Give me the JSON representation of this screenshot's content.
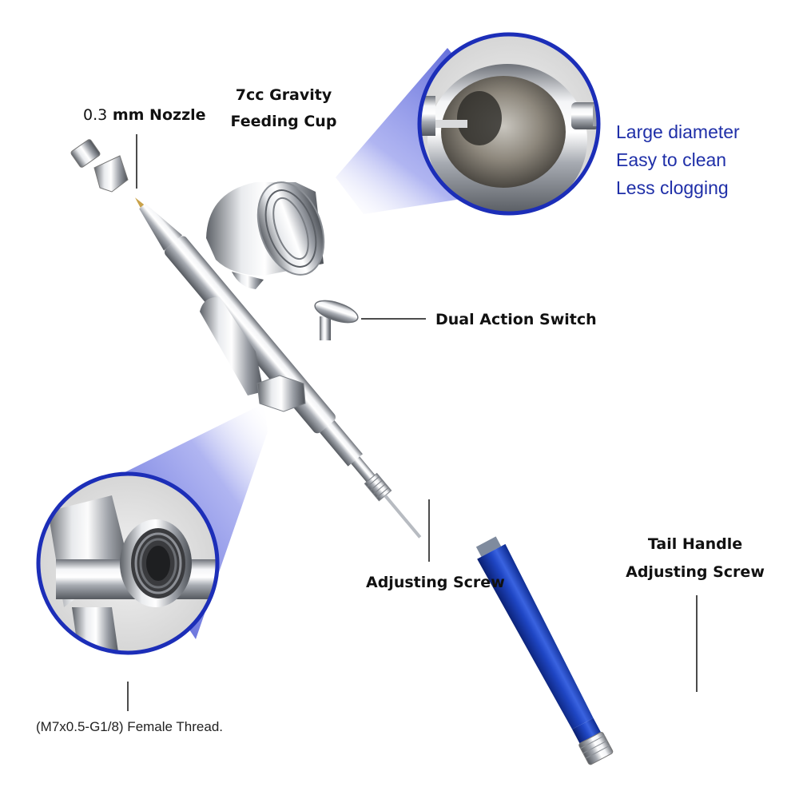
{
  "labels": {
    "nozzle_size": "0.3",
    "nozzle_text": "mm Nozzle",
    "cup_line1": "7cc Gravity",
    "cup_line2": "Feeding Cup",
    "switch": "Dual Action Switch",
    "adjusting_screw": "Adjusting Screw",
    "tail_line1": "Tail Handle",
    "tail_line2": "Adjusting Screw",
    "thread": "(M7x0.5-G1/8) Female Thread."
  },
  "features": [
    "Large diameter",
    "Easy to clean",
    "Less clogging"
  ],
  "colors": {
    "accent_blue": "#1f2fa8",
    "handle_blue": "#1b3fb8",
    "chrome": "#c8cbd0"
  },
  "icons": {
    "airbrush": "airbrush-illustration",
    "cup_zoom": "cup-interior-zoom",
    "thread_zoom": "thread-connector-zoom",
    "tail_handle": "blue-tail-handle"
  }
}
